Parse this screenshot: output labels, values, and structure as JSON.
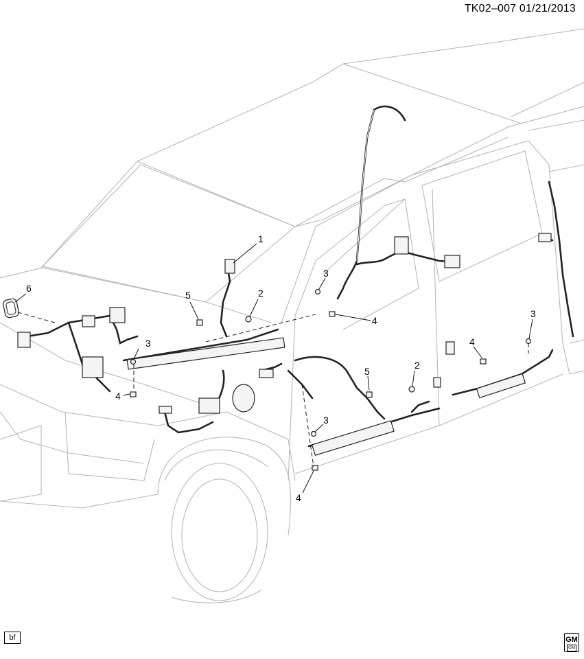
{
  "header": {
    "doc_id": "TK02–007  01/21/2013"
  },
  "footer": {
    "left_code": "bf",
    "logo_text": "GM",
    "logo_sub": "GM"
  },
  "callouts": [
    {
      "id": "c1",
      "label": "1"
    },
    {
      "id": "c2a",
      "label": "2"
    },
    {
      "id": "c2b",
      "label": "2"
    },
    {
      "id": "c3a",
      "label": "3"
    },
    {
      "id": "c3b",
      "label": "3"
    },
    {
      "id": "c3c",
      "label": "3"
    },
    {
      "id": "c3d",
      "label": "3"
    },
    {
      "id": "c4a",
      "label": "4"
    },
    {
      "id": "c4b",
      "label": "4"
    },
    {
      "id": "c4c",
      "label": "4"
    },
    {
      "id": "c4d",
      "label": "4"
    },
    {
      "id": "c5a",
      "label": "5"
    },
    {
      "id": "c5b",
      "label": "5"
    },
    {
      "id": "c6",
      "label": "6"
    }
  ]
}
